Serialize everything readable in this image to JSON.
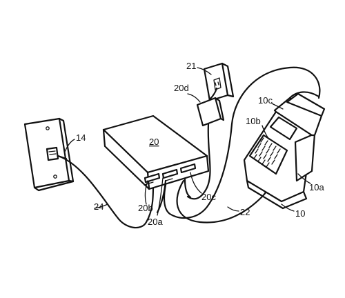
{
  "labels": {
    "wall_jack": "14",
    "hub": "20",
    "hub_port_a": "20a",
    "hub_port_b": "20b",
    "hub_port_c": "20c",
    "power_adapter": "20d",
    "outlet": "21",
    "power_cable": "22",
    "phone_cable": "24",
    "terminal": "10",
    "terminal_side": "10a",
    "keypad": "10b",
    "printer": "10c"
  }
}
